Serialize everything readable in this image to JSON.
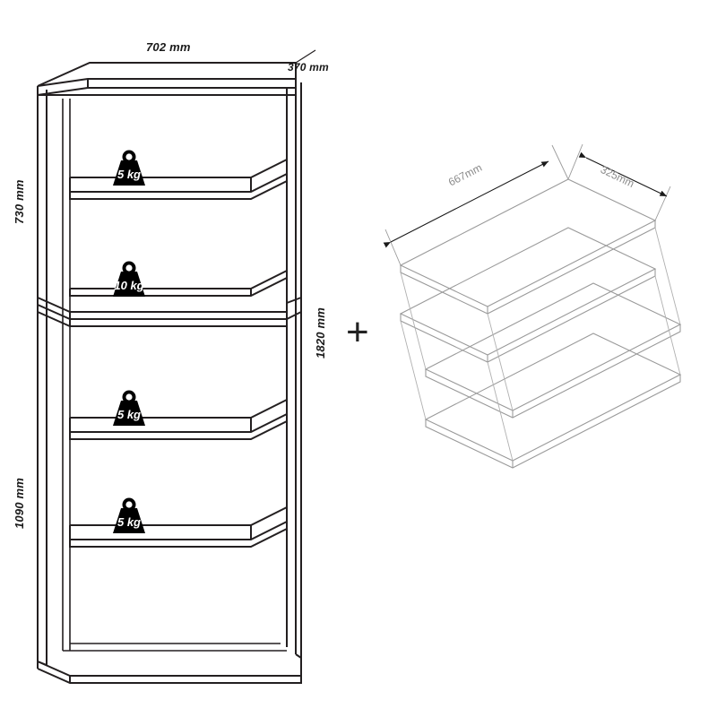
{
  "diagram": {
    "title": "Bookcase assembly dimension drawing",
    "units": "mm",
    "plus_symbol": "+"
  },
  "cabinet": {
    "name": "bookcase-body",
    "dimensions": {
      "width": "702 mm",
      "depth": "370 mm",
      "total_height": "1820 mm",
      "upper_section_height": "730 mm",
      "lower_section_height": "1090 mm"
    },
    "load_labels": [
      {
        "id": "shelf-load-1",
        "value": "5 kg"
      },
      {
        "id": "shelf-load-2",
        "value": "10 kg"
      },
      {
        "id": "shelf-load-3",
        "value": "5 kg"
      },
      {
        "id": "shelf-load-4",
        "value": "5 kg"
      }
    ]
  },
  "shelf_pack": {
    "name": "loose-shelves",
    "count": 4,
    "dimensions": {
      "length": "667mm",
      "width": "325mm"
    }
  },
  "colors": {
    "line": "#231f20",
    "thin_line": "#555555",
    "panel_line": "#9a9a9a",
    "dim_text": "#1a1a1a",
    "panel_dim_text": "#8a8a8a",
    "badge_fill": "#000000",
    "background": "#ffffff"
  }
}
